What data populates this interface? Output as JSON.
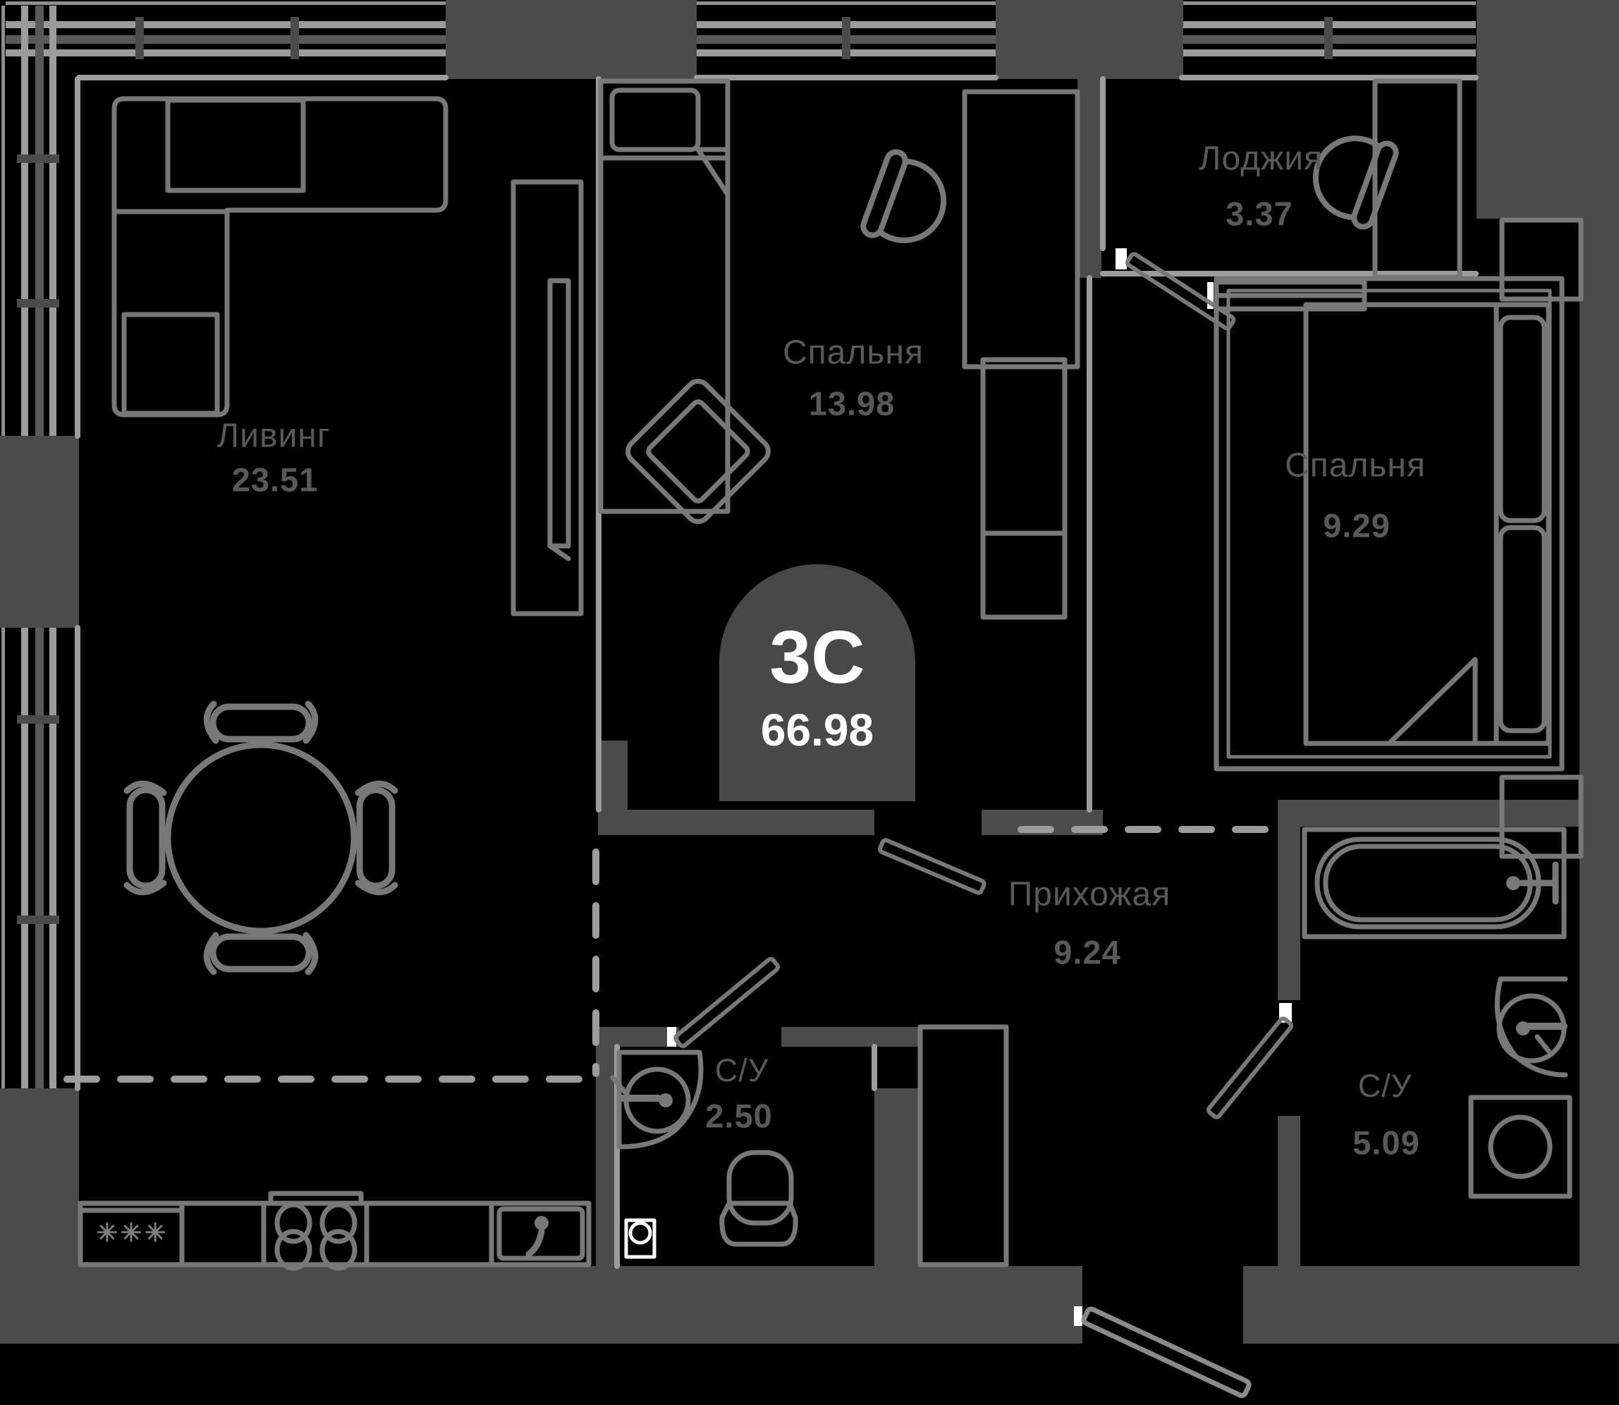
{
  "badge": {
    "type": "3С",
    "area": "66.98"
  },
  "rooms": {
    "living": {
      "name": "Ливинг",
      "area": "23.51"
    },
    "bedroom1": {
      "name": "Спальня",
      "area": "13.98"
    },
    "loggia": {
      "name": "Лоджия",
      "area": "3.37"
    },
    "bedroom2": {
      "name": "Спальня",
      "area": "9.29"
    },
    "hallway": {
      "name": "Прихожая",
      "area": "9.24"
    },
    "bathroom_small": {
      "name": "С/У",
      "area": "2.50"
    },
    "bathroom_large": {
      "name": "С/У",
      "area": "5.09"
    }
  },
  "icons": {
    "fridge_symbol": "✳✳✳"
  },
  "colors": {
    "background": "#000000",
    "wall": "#4b4b4b",
    "outline": "#787878",
    "window_line": "#9c9c9c",
    "label": "#595959",
    "badge_bg": "#484848",
    "badge_text": "#ffffff",
    "threshold": "#ffffff",
    "dashed": "#9c9c9c"
  }
}
